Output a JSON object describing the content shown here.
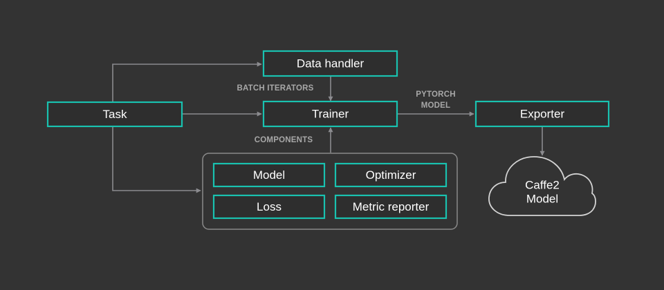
{
  "nodes": {
    "task": "Task",
    "data_handler": "Data handler",
    "trainer": "Trainer",
    "exporter": "Exporter",
    "model": "Model",
    "optimizer": "Optimizer",
    "loss": "Loss",
    "metric_reporter": "Metric reporter"
  },
  "cloud": {
    "line1": "Caffe2",
    "line2": "Model"
  },
  "edge_labels": {
    "batch_iterators": "BATCH ITERATORS",
    "pytorch_model_line1": "PYTORCH",
    "pytorch_model_line2": "MODEL",
    "components": "COMPONENTS"
  },
  "colors": {
    "background": "#333333",
    "node_border": "#19c2b0",
    "edge": "#8b8b8f",
    "group_border": "#8a8a8a",
    "edge_label_text": "#a8a8a8",
    "node_text": "#ffffff"
  }
}
